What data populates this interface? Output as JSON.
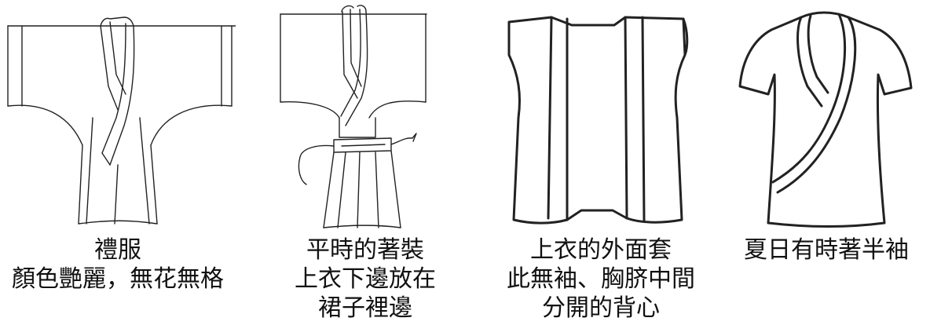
{
  "figures": [
    {
      "icon": "ceremonial-robe",
      "lines": [
        "禮服",
        "顏色艷麗，無花無格"
      ]
    },
    {
      "icon": "upper-garment-and-skirt",
      "lines": [
        "平時的著裝",
        "上衣下邊放在",
        "裙子裡邊"
      ]
    },
    {
      "icon": "sleeveless-vest",
      "lines": [
        "上衣的外面套",
        "此無袖、胸脐中間",
        "分開的背心"
      ]
    },
    {
      "icon": "half-sleeve-top",
      "lines": [
        "夏日有時著半袖"
      ]
    }
  ]
}
